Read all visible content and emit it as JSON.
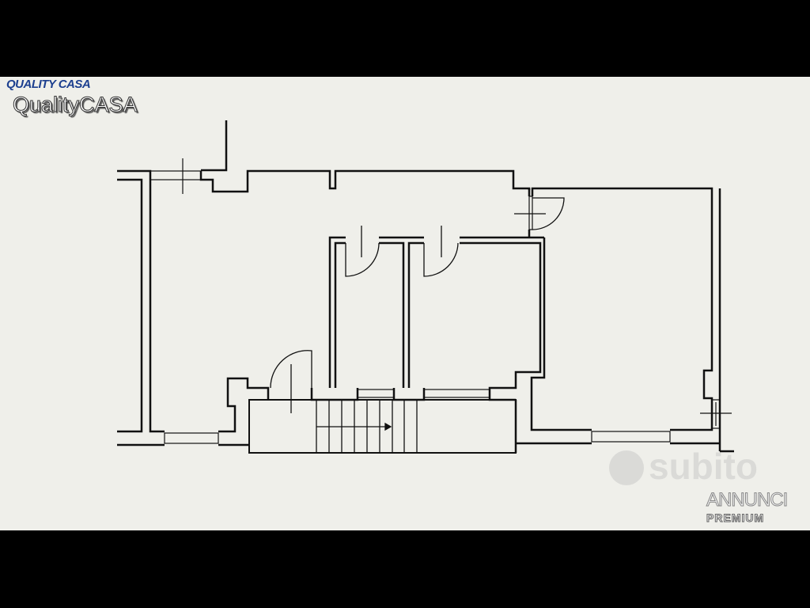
{
  "branding": {
    "agency_logo_small": "QUALITY CASA",
    "agency_name": "QualityCASA"
  },
  "watermark": {
    "site": "subito",
    "line1": "ANNUNCI",
    "line2": "PREMIUM"
  },
  "colors": {
    "paper": "#efefea",
    "wall": "#111111",
    "logo_blue": "#1c3f8f"
  }
}
